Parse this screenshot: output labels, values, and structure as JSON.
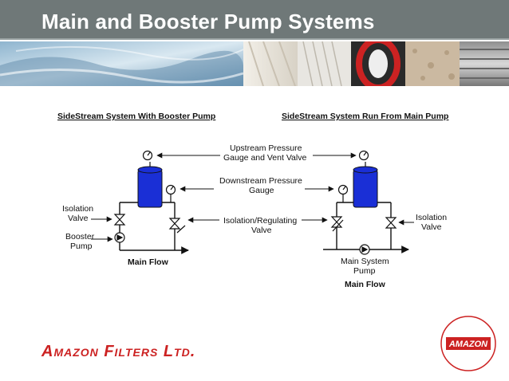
{
  "slide": {
    "title": "Main and Booster Pump Systems",
    "company_name": "Amazon Filters Ltd.",
    "logo_text": "AMAZON"
  },
  "diagram": {
    "left_heading": "SideStream System With Booster Pump",
    "right_heading": "SideStream System Run From Main Pump",
    "callouts": {
      "upstream_line1": "Upstream Pressure",
      "upstream_line2": "Gauge and Vent Valve",
      "downstream_line1": "Downstream Pressure",
      "downstream_line2": "Gauge",
      "isolation_regulating_line1": "Isolation/Regulating",
      "isolation_regulating_line2": "Valve"
    },
    "left_labels": {
      "isolation_line1": "Isolation",
      "isolation_line2": "Valve",
      "booster_line1": "Booster",
      "booster_line2": "Pump",
      "main_flow": "Main Flow"
    },
    "right_labels": {
      "isolation_line1": "Isolation",
      "isolation_line2": "Valve",
      "main_pump_line1": "Main System",
      "main_pump_line2": "Pump",
      "main_flow": "Main Flow"
    }
  },
  "colors": {
    "title_bar": "#6f7878",
    "filter_housing": "#1a2fd6",
    "brand_red": "#cc2222"
  }
}
